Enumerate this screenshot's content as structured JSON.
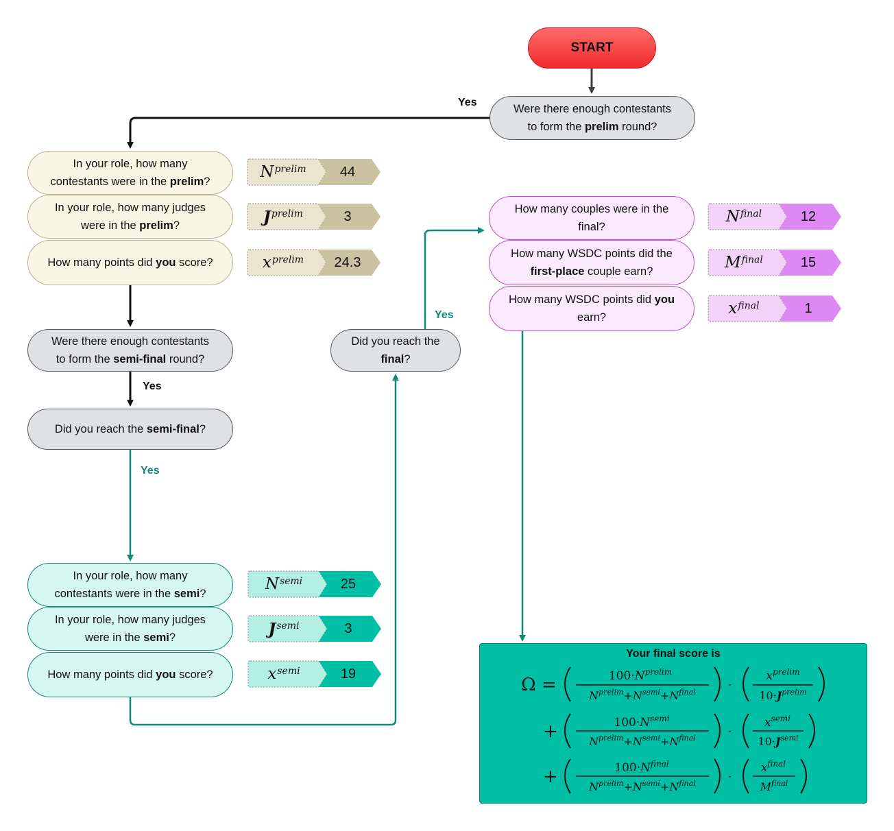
{
  "start": "START",
  "labels": {
    "yes": "Yes"
  },
  "q_prelim_round": {
    "a": "Were there enough contestants",
    "b": "to form the ",
    "bold": "prelim",
    "c": " round?"
  },
  "q_semi_round": {
    "a": "Were there enough contestants",
    "b": "to form the ",
    "bold": "semi-final",
    "c": " round?"
  },
  "q_reach_semi": {
    "a": "Did you reach the ",
    "bold": "semi-final",
    "c": "?"
  },
  "q_reach_final": {
    "a": "Did you reach the",
    "bold": "final",
    "c": "?"
  },
  "prelim": {
    "q1": {
      "a": "In your role, how many",
      "b": "contestants were in the ",
      "bold": "prelim",
      "c": "?"
    },
    "q2": {
      "a": "In your role, how many judges",
      "b": "were in the ",
      "bold": "prelim",
      "c": "?"
    },
    "q3": {
      "a": "How many points did ",
      "bold": "you",
      "c": " score?"
    },
    "vars": [
      {
        "sym": "N",
        "sup": "prelim",
        "value": "44"
      },
      {
        "sym": "J",
        "sup": "prelim",
        "value": "3"
      },
      {
        "sym": "x",
        "sup": "prelim",
        "value": "24.3"
      }
    ]
  },
  "semi": {
    "q1": {
      "a": "In your role, how many",
      "b": "contestants were in the ",
      "bold": "semi",
      "c": "?"
    },
    "q2": {
      "a": "In your role, how many judges",
      "b": "were in the ",
      "bold": "semi",
      "c": "?"
    },
    "q3": {
      "a": "How many points did ",
      "bold": "you",
      "c": " score?"
    },
    "vars": [
      {
        "sym": "N",
        "sup": "semi",
        "value": "25"
      },
      {
        "sym": "J",
        "sup": "semi",
        "value": "3"
      },
      {
        "sym": "x",
        "sup": "semi",
        "value": "19"
      }
    ]
  },
  "final": {
    "q1": {
      "a": "How many couples were in the",
      "b": "final?"
    },
    "q2": {
      "a": "How many WSDC points did the",
      "bold": "first-place",
      "c": " couple earn?"
    },
    "q3": {
      "a": "How many WSDC points did ",
      "bold": "you",
      "c": "earn?"
    },
    "vars": [
      {
        "sym": "N",
        "sup": "final",
        "value": "12"
      },
      {
        "sym": "M",
        "sup": "final",
        "value": "15"
      },
      {
        "sym": "x",
        "sup": "final",
        "value": "1"
      }
    ]
  },
  "result": {
    "title": "Your final score is",
    "omega": "Ω",
    "eq": "=",
    "plus": "+",
    "dot": "·",
    "hundred": "100·",
    "ten": "10·"
  },
  "colors": {
    "cream_tag_light": "#ebe5cf",
    "cream_tag_dark": "#cbc2a2",
    "teal_tag_light": "#b3efe3",
    "teal_tag_dark": "#00bfa5",
    "pink_tag_light": "#f2d2f8",
    "pink_tag_dark": "#dd88f3",
    "edge_black": "#111111",
    "edge_grey": "#3a3f46",
    "edge_green": "#0e8a77"
  }
}
